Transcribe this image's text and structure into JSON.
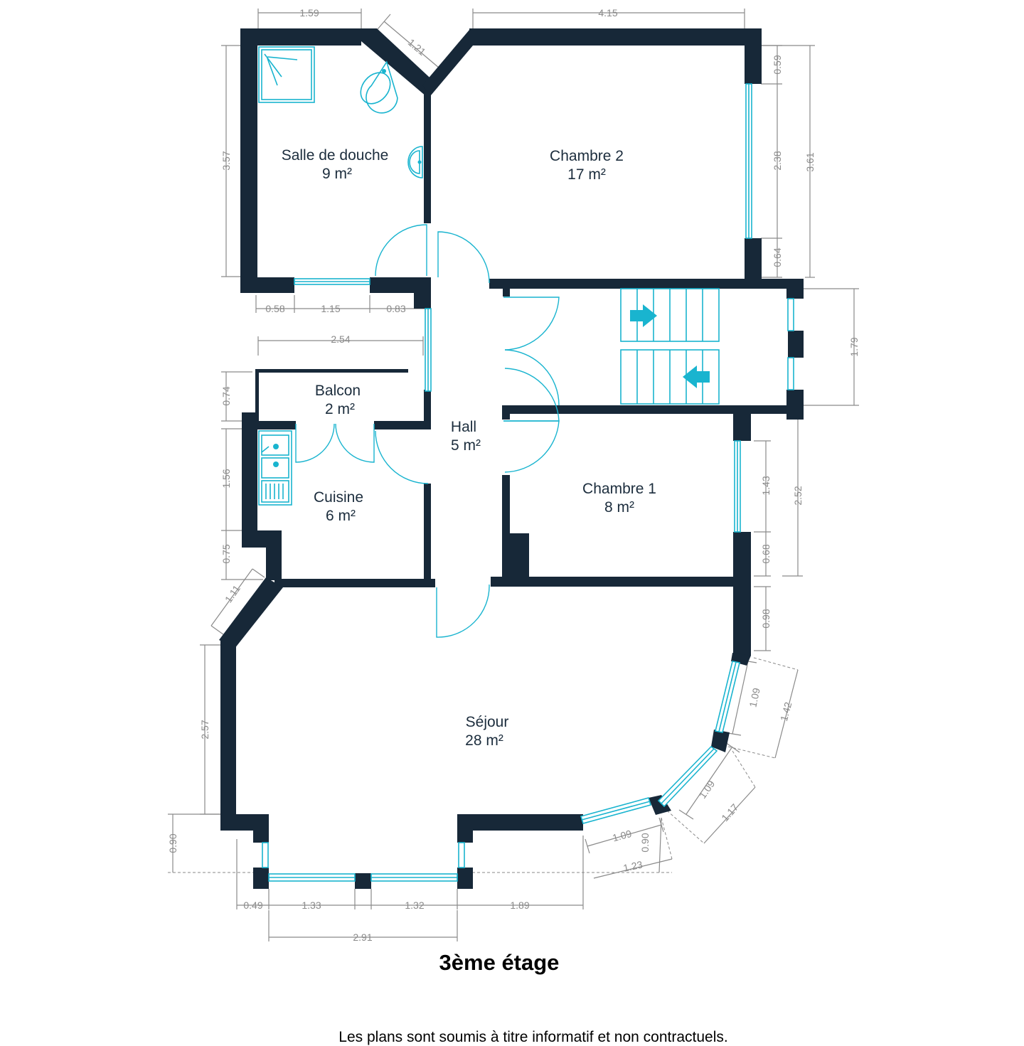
{
  "floor": {
    "title": "3ème étage"
  },
  "footer": {
    "disclaimer": "Les plans sont soumis à titre informatif et non contractuels."
  },
  "rooms": {
    "salle_de_douche": {
      "name": "Salle de douche",
      "area": "9 m²"
    },
    "chambre_2": {
      "name": "Chambre 2",
      "area": "17 m²"
    },
    "balcon": {
      "name": "Balcon",
      "area": "2 m²"
    },
    "hall": {
      "name": "Hall",
      "area": "5 m²"
    },
    "cuisine": {
      "name": "Cuisine",
      "area": "6 m²"
    },
    "chambre_1": {
      "name": "Chambre 1",
      "area": "8 m²"
    },
    "sejour": {
      "name": "Séjour",
      "area": "28 m²"
    }
  },
  "dimensions": {
    "d159": "1.59",
    "d415": "4.15",
    "d121": "1.21",
    "d059": "0.59",
    "d238": "2.38",
    "d361": "3.61",
    "d064": "0.64",
    "d357": "3.57",
    "d058": "0.58",
    "d115": "1.15",
    "d083": "0.83",
    "d254": "2.54",
    "d179": "1.79",
    "d074": "0.74",
    "d156": "1.56",
    "d143": "1.43",
    "d252": "2.52",
    "d068": "0.68",
    "d075": "0.75",
    "d111": "1.11",
    "d098": "0.98",
    "d109a": "1.09",
    "d142": "1.42",
    "d109b": "1.09",
    "d117": "1.17",
    "d257": "2.57",
    "d109c": "1.09",
    "d090a": "0.90",
    "d123": "1.23",
    "d090b": "0.90",
    "d049": "0.49",
    "d133": "1.33",
    "d132": "1.32",
    "d189": "1.89",
    "d291": "2.91"
  }
}
